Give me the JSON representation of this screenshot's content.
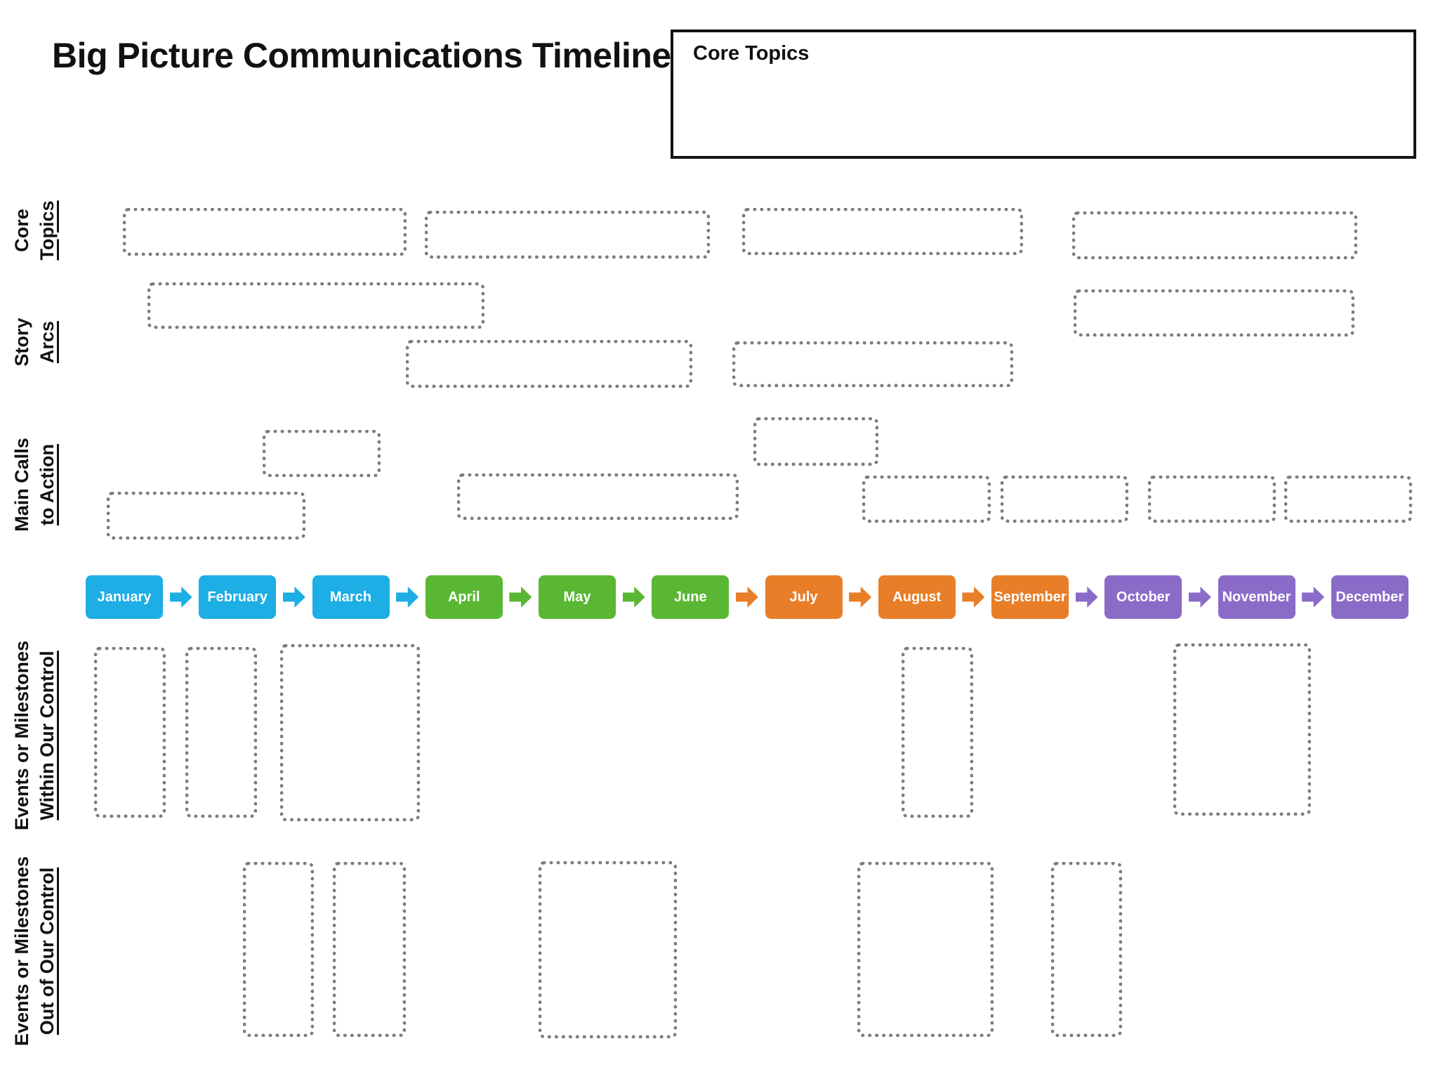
{
  "title": "Big Picture Communications Timeline",
  "legend": {
    "label": "Core Topics"
  },
  "row_labels": [
    {
      "line1": "Core",
      "line2": "Topics"
    },
    {
      "line1": "Story",
      "line2": "Arcs"
    },
    {
      "line1": "Main Calls",
      "line2": "to Action"
    },
    {
      "line1": "Events or Milestones",
      "line2": "Within Our Control"
    },
    {
      "line1": "Events or Milestones",
      "line2": "Out of Our Control"
    }
  ],
  "months": [
    {
      "label": "January",
      "color": "#1CAEE4"
    },
    {
      "label": "February",
      "color": "#1CAEE4"
    },
    {
      "label": "March",
      "color": "#1CAEE4"
    },
    {
      "label": "April",
      "color": "#5AB733"
    },
    {
      "label": "May",
      "color": "#5AB733"
    },
    {
      "label": "June",
      "color": "#5AB733"
    },
    {
      "label": "July",
      "color": "#E87E28"
    },
    {
      "label": "August",
      "color": "#E87E28"
    },
    {
      "label": "September",
      "color": "#E87E28"
    },
    {
      "label": "October",
      "color": "#8B6BC8"
    },
    {
      "label": "November",
      "color": "#8B6BC8"
    },
    {
      "label": "December",
      "color": "#8B6BC8"
    }
  ],
  "arrows": [
    "#1CAEE4",
    "#1CAEE4",
    "#1CAEE4",
    "#5AB733",
    "#5AB733",
    "#E87E28",
    "#E87E28",
    "#E87E28",
    "#8B6BC8",
    "#8B6BC8",
    "#8B6BC8"
  ],
  "palette": {
    "q1_blue": "#1CAEE4",
    "q2_green": "#5AB733",
    "q3_orange": "#E87E28",
    "q4_purple": "#8B6BC8",
    "placeholder_border": "#7C7C7C",
    "month_text": "#FFFFFF",
    "text": "#111111"
  }
}
